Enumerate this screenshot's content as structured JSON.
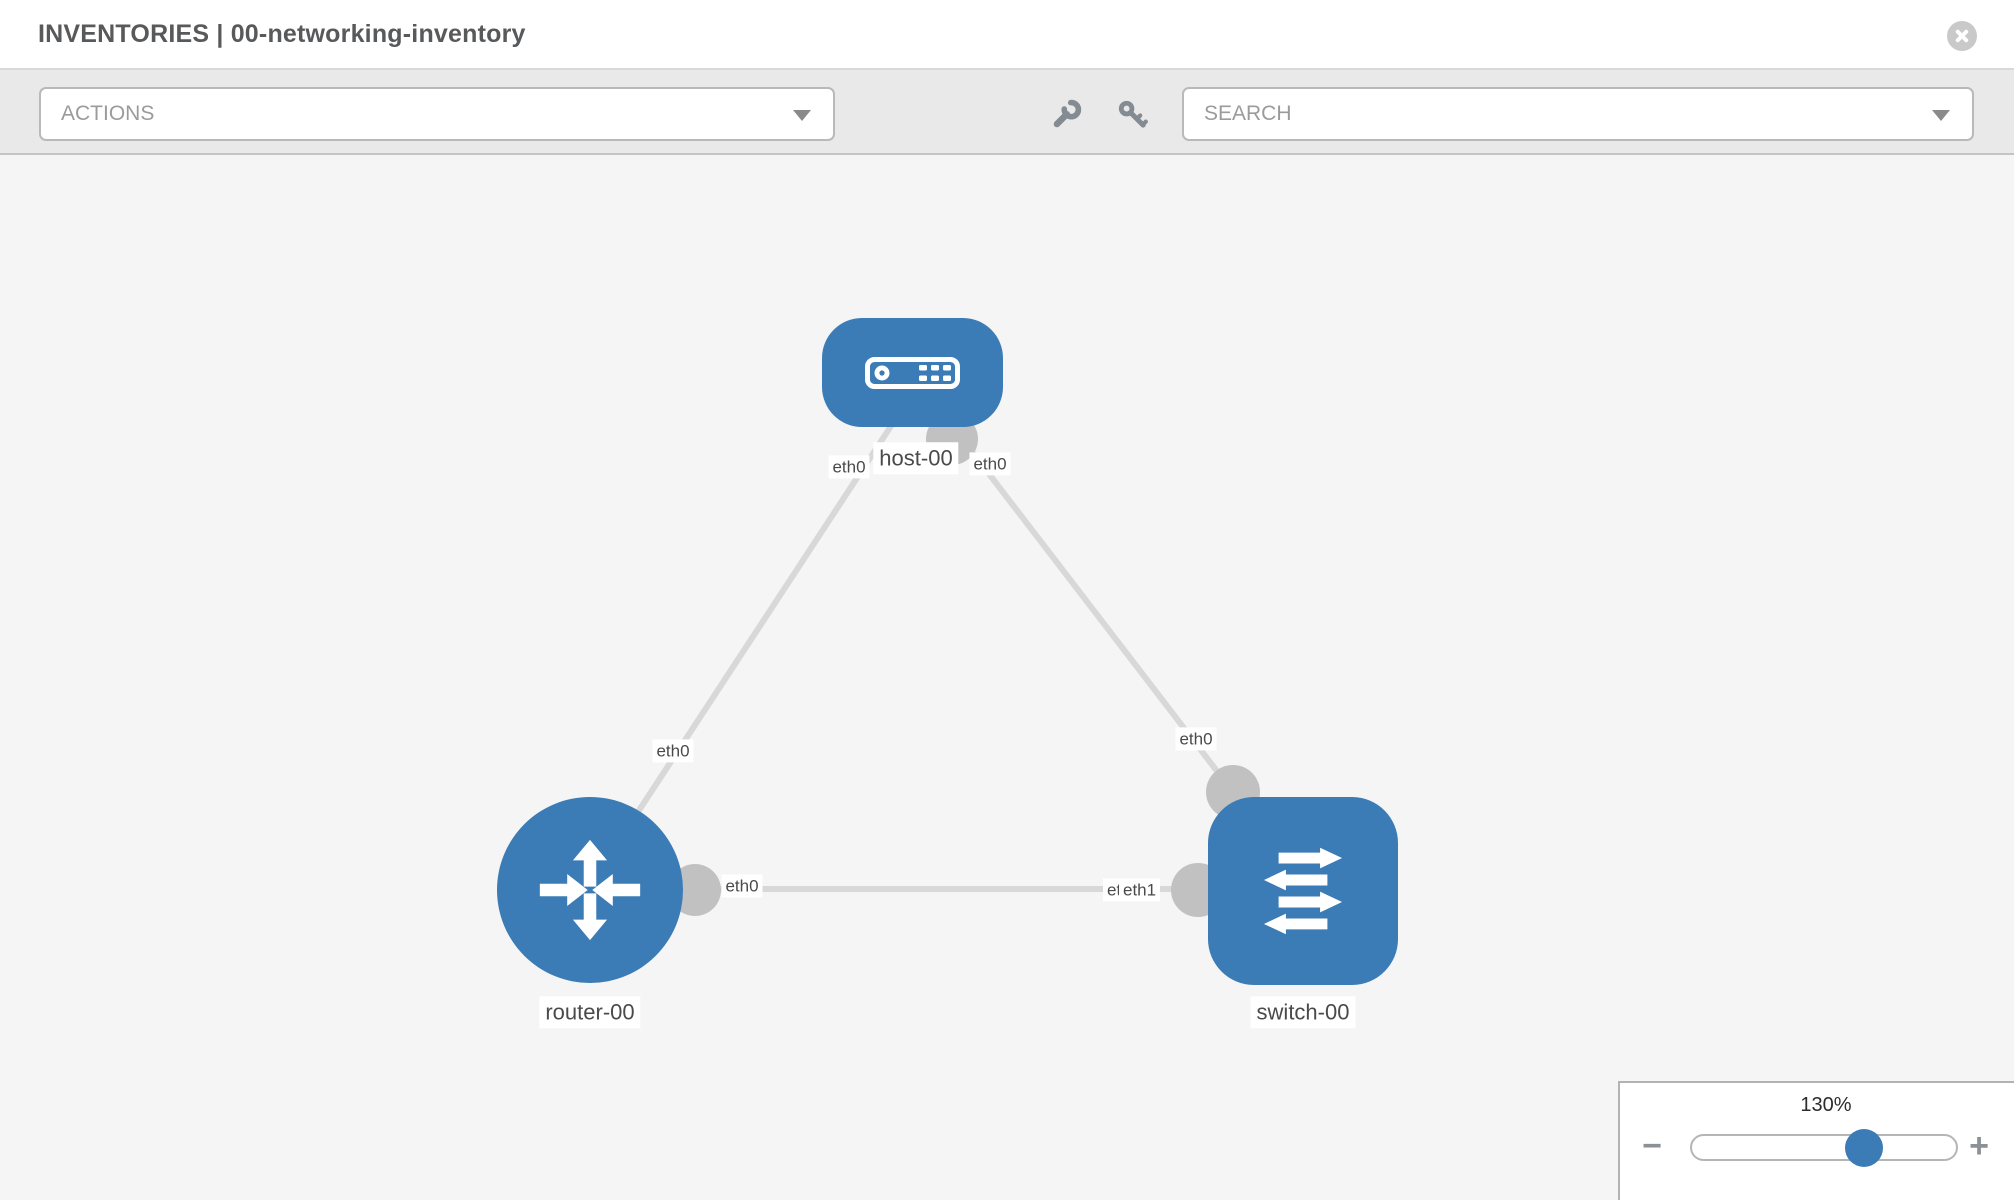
{
  "header": {
    "title": "INVENTORIES | 00-networking-inventory",
    "icons": {
      "close": "circle-x-icon"
    }
  },
  "toolbar": {
    "actions_label": "ACTIONS",
    "search_label": "SEARCH",
    "icons": {
      "configure": "wrench-icon",
      "credentials": "key-icon",
      "dropdown_caret": "chevron-down-icon"
    }
  },
  "topology": {
    "nodes": [
      {
        "id": "host-00",
        "type": "host",
        "label": "host-00",
        "icon": "host-icon"
      },
      {
        "id": "router-00",
        "type": "router",
        "label": "router-00",
        "icon": "router-icon"
      },
      {
        "id": "switch-00",
        "type": "switch",
        "label": "switch-00",
        "icon": "switch-icon"
      }
    ],
    "links": [
      {
        "from": "host-00",
        "to": "router-00",
        "labels": {
          "source": "eth0",
          "target": "eth0"
        }
      },
      {
        "from": "host-00",
        "to": "switch-00",
        "labels": {
          "source": "eth0",
          "target": "eth0"
        }
      },
      {
        "from": "router-00",
        "to": "switch-00",
        "labels": {
          "source": "eth0",
          "target": "eth1",
          "target_overlapped": "eth0"
        }
      }
    ]
  },
  "zoom": {
    "level": "130%",
    "minus_label": "−",
    "plus_label": "+"
  },
  "colors": {
    "node_blue": "#3b7bb6",
    "edge_gray": "#d8d8d8",
    "dot_gray": "#c1c1c1",
    "canvas_bg": "#f5f5f5",
    "toolbar_bg": "#e9e9e9",
    "label_text": "#4a4a4a"
  }
}
